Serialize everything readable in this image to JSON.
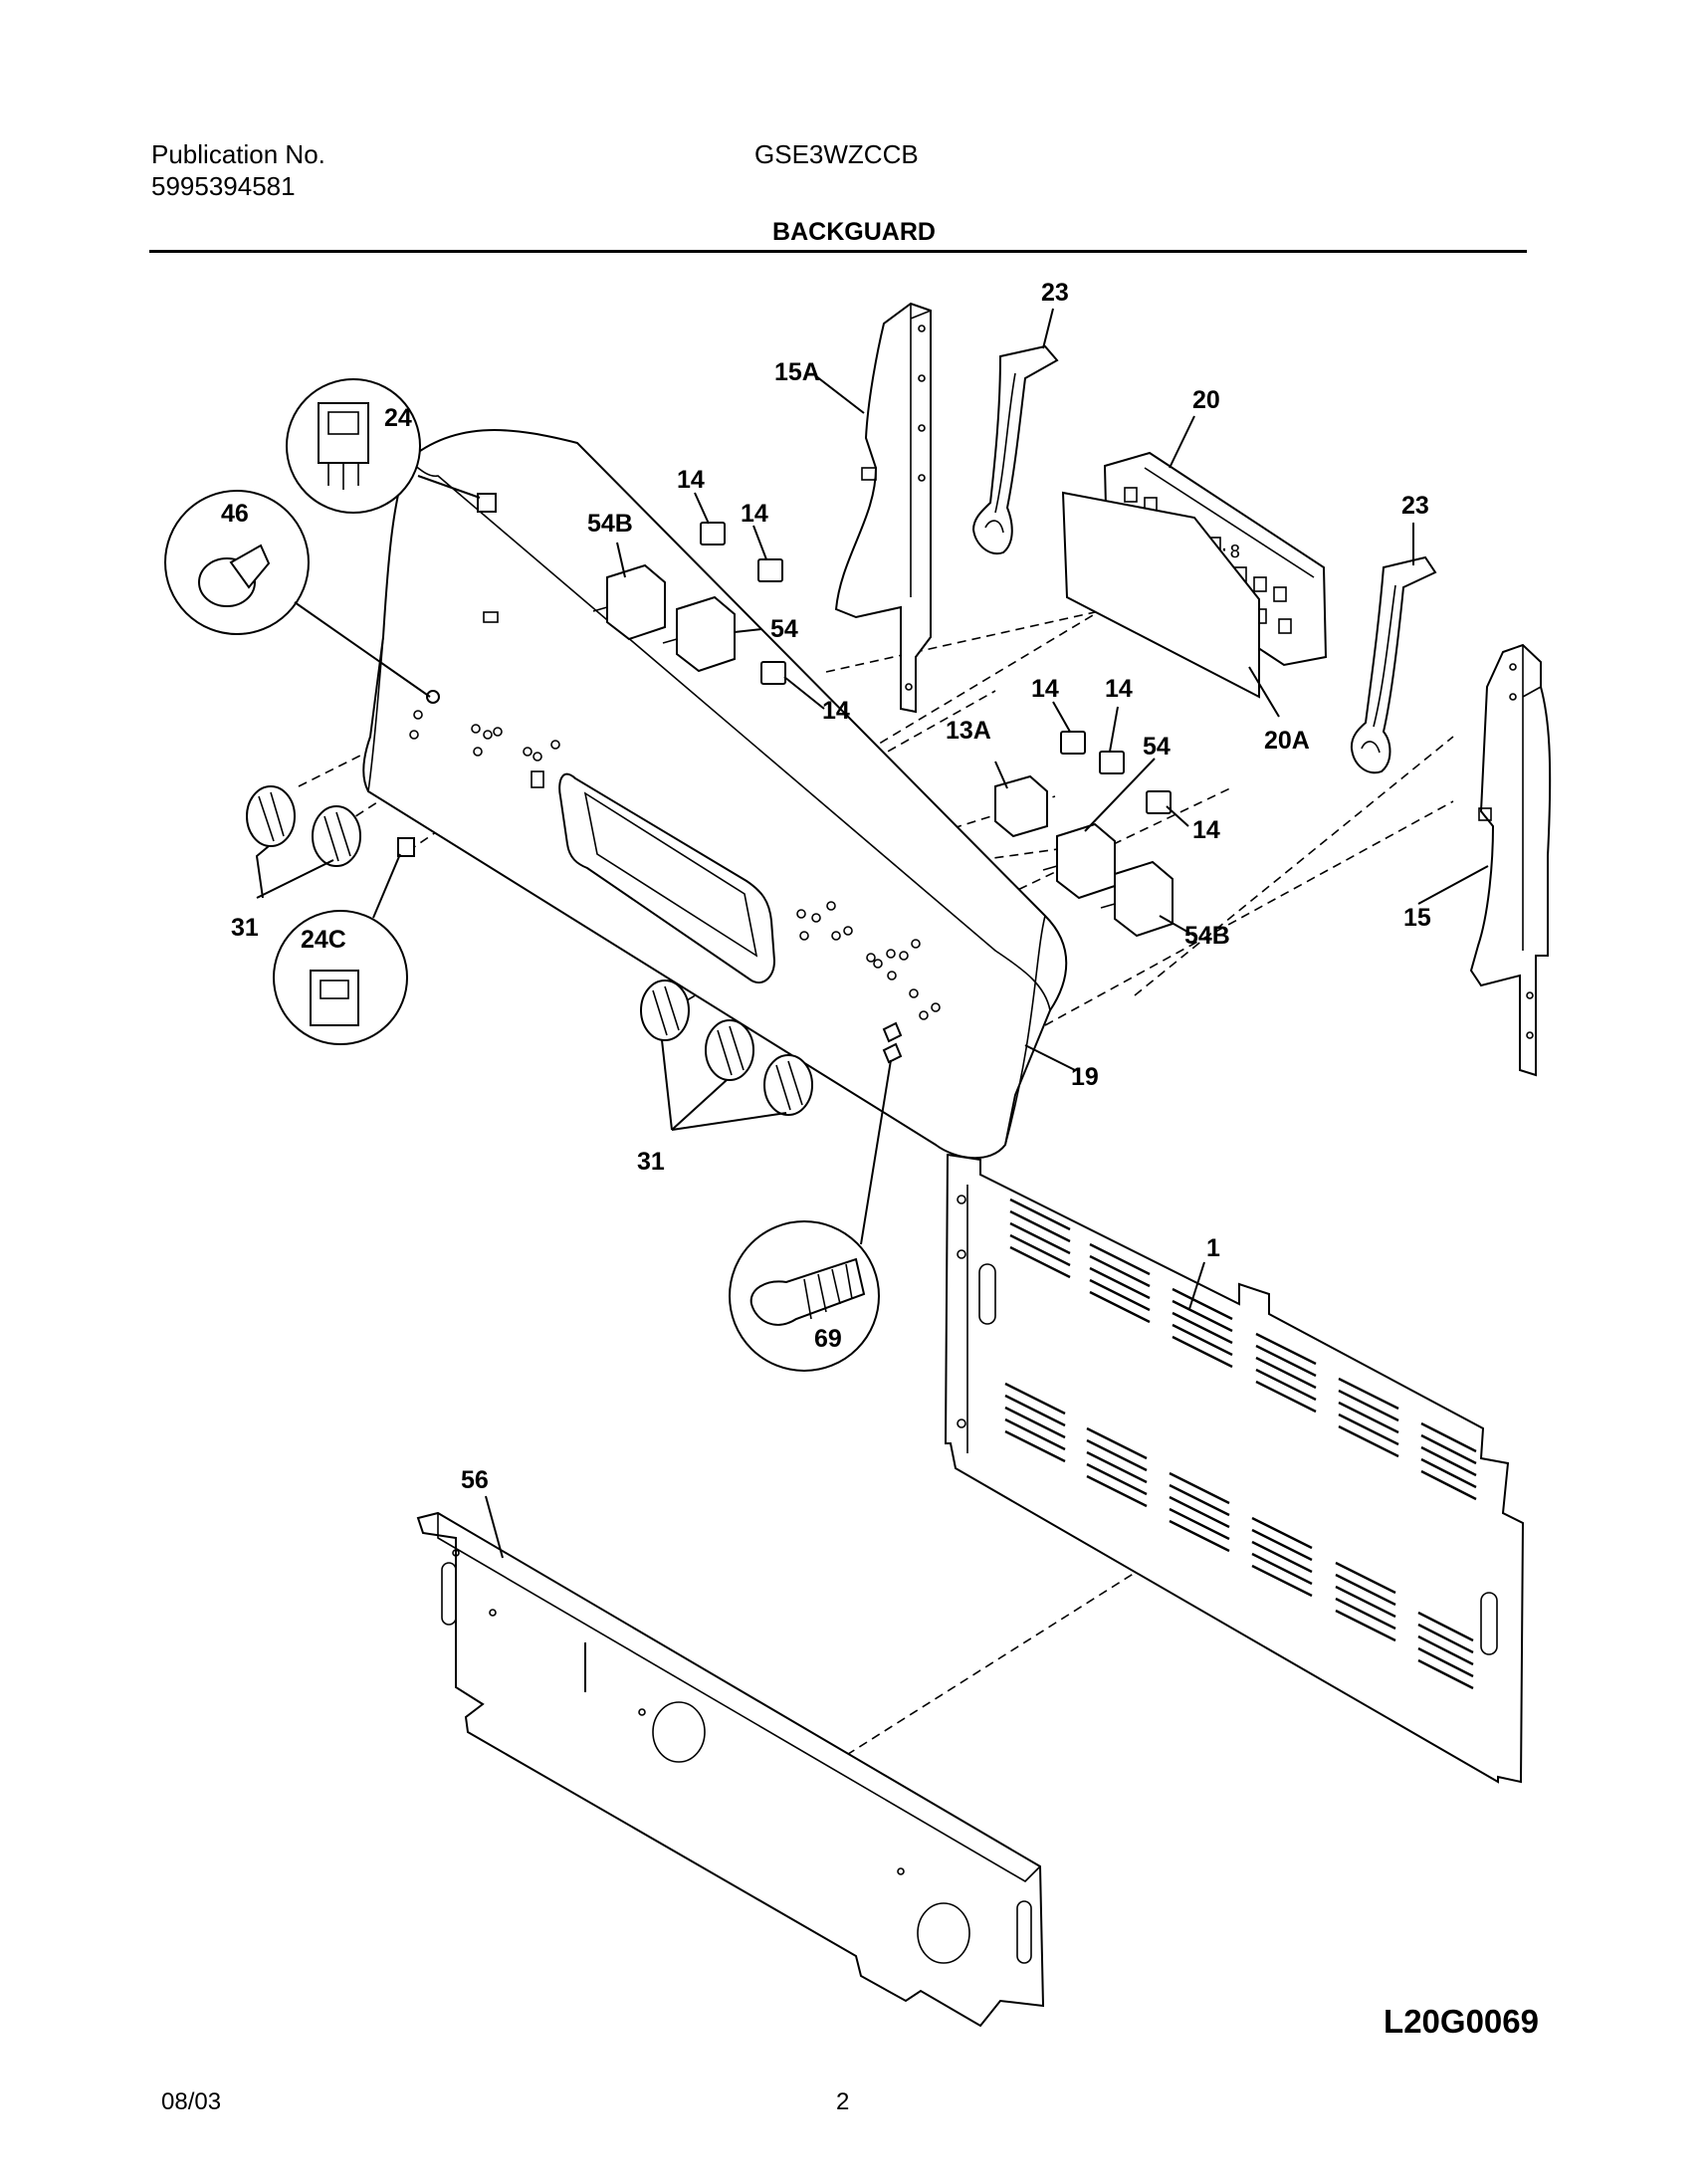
{
  "header": {
    "publication_label": "Publication No.",
    "publication_number": "5995394581",
    "model": "GSE3WZCCB",
    "section_title": "BACKGUARD"
  },
  "callouts": {
    "c23a": "23",
    "c15a": "15A",
    "c20": "20",
    "c24": "24",
    "c46": "46",
    "c14a": "14",
    "c14b": "14",
    "c54b_top": "54B",
    "c54_top": "54",
    "c14c": "14",
    "c23b": "23",
    "c20a": "20A",
    "c14d": "14",
    "c14e": "14",
    "c13a": "13A",
    "c54_right": "54",
    "c14f": "14",
    "c31_left": "31",
    "c24c": "24C",
    "c15": "15",
    "c54b_right": "54B",
    "c19": "19",
    "c31_bottom": "31",
    "c1": "1",
    "c69": "69",
    "c56": "56"
  },
  "footer": {
    "drawing_id": "L20G0069",
    "date": "08/03",
    "page": "2"
  }
}
